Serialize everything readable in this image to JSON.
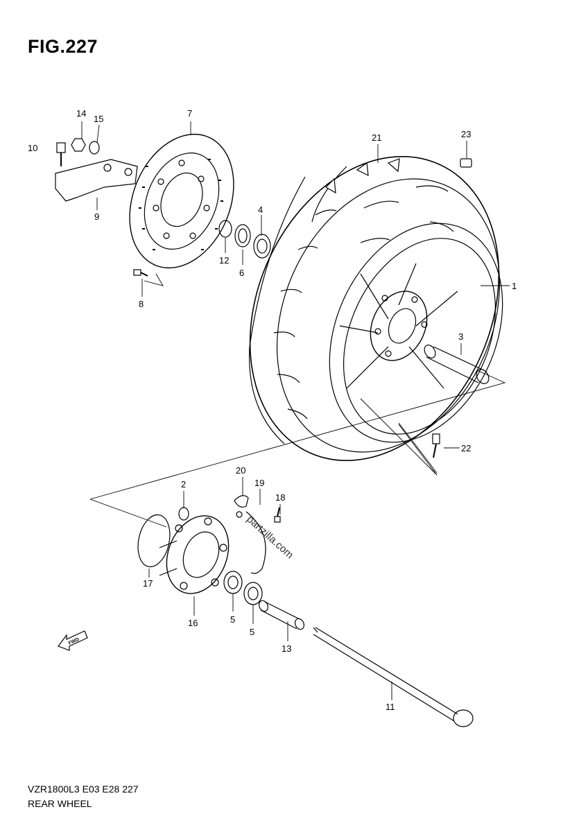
{
  "figure": {
    "title": "FIG.227"
  },
  "footer": {
    "model_line": "VZR1800L3  E03  E28  227",
    "section": "REAR WHEEL"
  },
  "watermark": "partzilla.com",
  "fwd_label": "FWD",
  "callouts": {
    "p1": "1",
    "p2": "2",
    "p3": "3",
    "p4": "4",
    "p5a": "5",
    "p5b": "5",
    "p6": "6",
    "p7": "7",
    "p8": "8",
    "p9": "9",
    "p10": "10",
    "p11": "11",
    "p12": "12",
    "p13": "13",
    "p14": "14",
    "p15": "15",
    "p16": "16",
    "p17": "17",
    "p18": "18",
    "p19": "19",
    "p20": "20",
    "p21": "21",
    "p22": "22",
    "p23": "23"
  }
}
